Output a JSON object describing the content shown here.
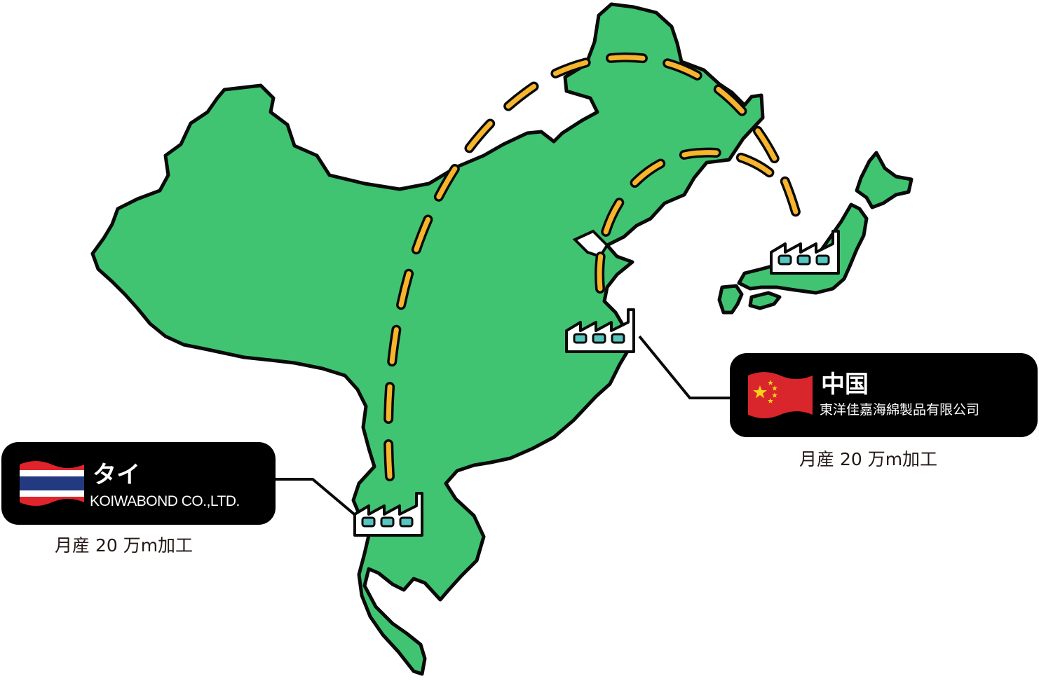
{
  "map": {
    "land_color": "#40c472",
    "outline_color": "#0a0a0a",
    "route_color": "#f7b52c",
    "factory_window_color": "#57c6c0"
  },
  "thailand": {
    "country_label": "タイ",
    "company": "KOIWABOND CO.,LTD.",
    "capacity": "月産 20 万m加工",
    "flag_icon": "thailand-flag-icon"
  },
  "china": {
    "country_label": "中国",
    "company": "東洋佳嘉海綿製品有限公司",
    "capacity": "月産 20 万m加工",
    "flag_icon": "china-flag-icon"
  },
  "japan": {
    "factory_icon": "factory-icon"
  }
}
